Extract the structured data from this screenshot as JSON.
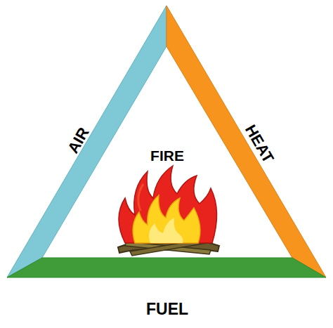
{
  "diagram": {
    "labels": [
      "AIR",
      "FIRE",
      "HEAT",
      "FUEL"
    ]
  }
}
